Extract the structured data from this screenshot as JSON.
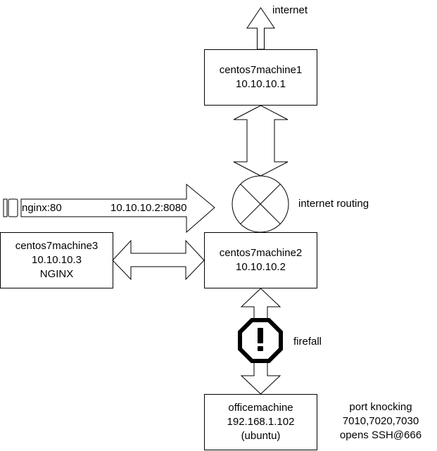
{
  "nodes": {
    "machine1": {
      "name": "centos7machine1",
      "ip": "10.10.10.1"
    },
    "machine2": {
      "name": "centos7machine2",
      "ip": "10.10.10.2"
    },
    "machine3": {
      "name": "centos7machine3",
      "ip": "10.10.10.3",
      "role": "NGINX"
    },
    "office": {
      "name": "officemachine",
      "ip": "192.168.1.102",
      "os": "(ubuntu)"
    }
  },
  "labels": {
    "internet": "internet",
    "internet_routing": "internet routing",
    "firewall": "firefall",
    "nginx_port": "nginx:80",
    "forward_target": "10.10.10.2:8080",
    "port_knocking": [
      "port knocking",
      "7010,7020,7030",
      "opens SSH@666"
    ]
  },
  "colors": {
    "stroke": "#000000",
    "fill": "#ffffff"
  },
  "icons": {
    "router": "router-x-icon",
    "firewall": "warning-octagon-icon",
    "port": "port-pipe-icon"
  }
}
